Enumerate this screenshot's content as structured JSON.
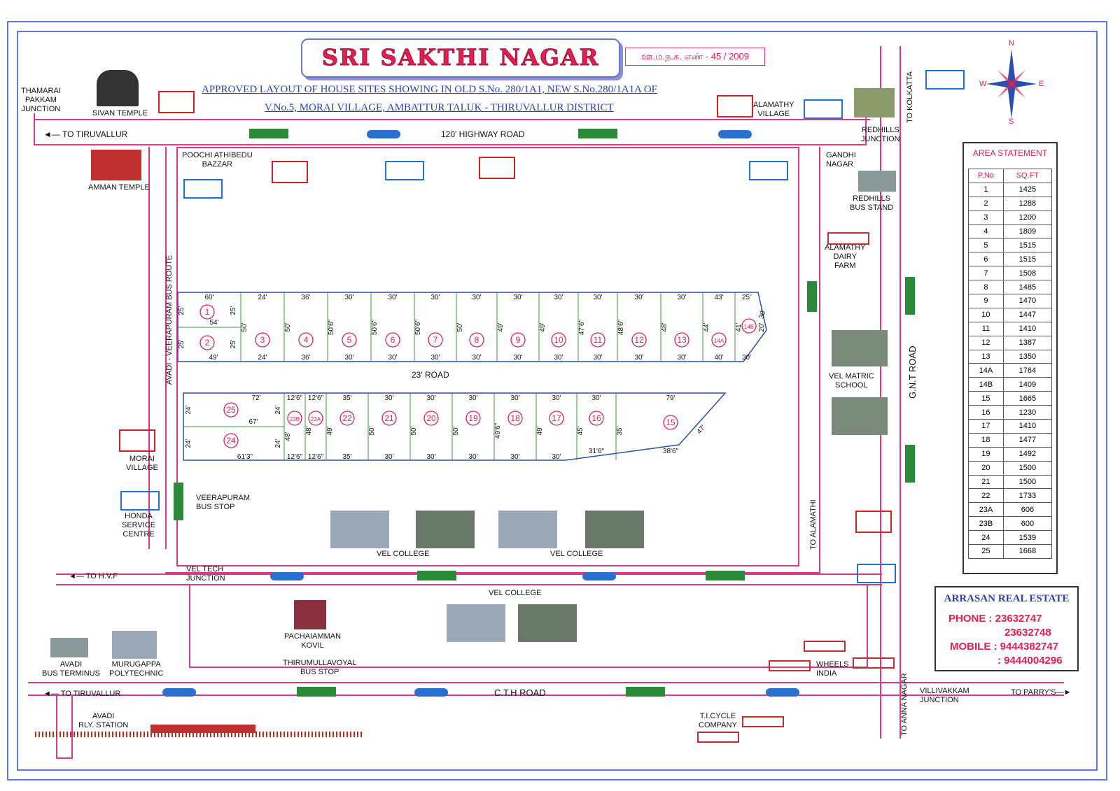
{
  "header": {
    "title": "SRI SAKTHI NAGAR",
    "registration": "ஊ.ம.ந.க. எண் - 45 / 2009",
    "subtitle_line1": "APPROVED LAYOUT OF HOUSE SITES SHOWING IN OLD S.No. 280/1A1, NEW S.No.280/1A1A OF",
    "subtitle_line2": "V.No.5, MORAI VILLAGE, AMBATTUR TALUK - THIRUVALLUR DISTRICT"
  },
  "roads": {
    "highway": "120' HIGHWAY ROAD",
    "inner": "23' ROAD",
    "cth": "C.T.H ROAD",
    "gnt": "G.N.T ROAD",
    "avadi": "AVADI - VEERAPURAM   BUS ROUTE",
    "to_tiruvallur_top": "◄— TO TIRUVALLUR",
    "to_tiruvallur_bottom": "◄— TO TIRUVALLUR",
    "to_hvf": "◄— TO H.V.F",
    "to_kolkatta": "TO KOLKATTA",
    "to_alamathi": "TO ALAMATHI",
    "to_anna_nagar": "TO ANNA NAGAR",
    "to_parrys": "TO PARRY'S—►"
  },
  "places": {
    "thamarai": "THAMARAI\nPAKKAM\nJUNCTION",
    "sivan": "SIVAN TEMPLE",
    "amman": "AMMAN TEMPLE",
    "poochi": "POOCHI ATHIBEDU\nBAZZAR",
    "alamathy_village": "ALAMATHY\nVILLAGE",
    "redhills_jn": "REDHILLS\nJUNCTION",
    "gandhi": "GANDHI\nNAGAR",
    "redhills_bus": "REDHILLS\nBUS STAND",
    "dairy": "ALAMATHY\nDAIRY\nFARM",
    "vel_matric": "VEL MATRIC\nSCHOOL",
    "morai": "MORAI\nVILLAGE",
    "honda": "HONDA\nSERVICE\nCENTRE",
    "veerapuram": "VEERAPURAM\nBUS STOP",
    "vel_college_1": "VEL COLLEGE",
    "vel_college_2": "VEL COLLEGE",
    "vel_college_3": "VEL COLLEGE",
    "vel_tech": "VEL TECH\nJUNCTION",
    "pachaiamman": "PACHAIAMMAN\nKOVIL",
    "thirumullavoyal": "THIRUMULLAVOYAL\nBUS STOP",
    "avadi_bus": "AVADI\nBUS TERMINUS",
    "murugappa": "MURUGAPPA\nPOLYTECHNIC",
    "wheels": "WHEELS\nINDIA",
    "villivakkam": "VILLIVAKKAM\nJUNCTION",
    "avadi_rly": "AVADI\nRLY. STATION",
    "ti_cycle": "T.I.CYCLE\nCOMPANY"
  },
  "compass": {
    "n": "N",
    "s": "S",
    "e": "E",
    "w": "W"
  },
  "plots_top": [
    {
      "id": "1"
    },
    {
      "id": "2"
    },
    {
      "id": "3"
    },
    {
      "id": "4"
    },
    {
      "id": "5"
    },
    {
      "id": "6"
    },
    {
      "id": "7"
    },
    {
      "id": "8"
    },
    {
      "id": "9"
    },
    {
      "id": "10"
    },
    {
      "id": "11"
    },
    {
      "id": "12"
    },
    {
      "id": "13"
    },
    {
      "id": "14A"
    },
    {
      "id": "14B"
    }
  ],
  "plots_bottom": [
    {
      "id": "25"
    },
    {
      "id": "24"
    },
    {
      "id": "23B"
    },
    {
      "id": "23A"
    },
    {
      "id": "22"
    },
    {
      "id": "21"
    },
    {
      "id": "20"
    },
    {
      "id": "19"
    },
    {
      "id": "18"
    },
    {
      "id": "17"
    },
    {
      "id": "16"
    },
    {
      "id": "15"
    }
  ],
  "dims_top_row": [
    "60'",
    "24'",
    "36'",
    "30'",
    "30'",
    "30'",
    "30'",
    "30'",
    "30'",
    "30'",
    "30'",
    "30'",
    "43'",
    "25'"
  ],
  "dims_top_bottom": [
    "49'",
    "24'",
    "36'",
    "30'",
    "30'",
    "30'",
    "30'",
    "30'",
    "30'",
    "30'",
    "30'",
    "30'",
    "40'",
    "30'"
  ],
  "dims_top_depth": [
    "50'",
    "50'",
    "50'6\"",
    "50'6\"",
    "50'6\"",
    "50'",
    "49'",
    "49'",
    "47'6\"",
    "48'6\"",
    "48'",
    "44'",
    "41'",
    "20'"
  ],
  "dims_top_misc": {
    "d25a": "25'",
    "d25b": "25'",
    "d25c": "25'",
    "d25d": "25'",
    "d54": "54'",
    "d30r": "30'"
  },
  "dims_bot_top": [
    "72'",
    "12'6\"",
    "12'6\"",
    "35'",
    "30'",
    "30'",
    "30'",
    "30'",
    "30'",
    "30'",
    "79'"
  ],
  "dims_bot_bottom": [
    "61'3\"",
    "12'6\"",
    "12'6\"",
    "35'",
    "30'",
    "30'",
    "30'",
    "30'",
    "30'",
    "31'6\"",
    "38'6\""
  ],
  "dims_bot_depth": [
    "48'",
    "49'",
    "50'",
    "50'",
    "50'",
    "49'6\"",
    "49'",
    "45'",
    "35'",
    "47'"
  ],
  "dims_bot_misc": {
    "d67": "67'",
    "d24a": "24'",
    "d24b": "24'",
    "d24c": "24'",
    "d24d": "24'",
    "d48": "48'"
  },
  "area_statement": {
    "heading": "AREA STATEMENT",
    "col_plot": "P.No",
    "col_area": "SQ.FT",
    "rows": [
      [
        "1",
        "1425"
      ],
      [
        "2",
        "1288"
      ],
      [
        "3",
        "1200"
      ],
      [
        "4",
        "1809"
      ],
      [
        "5",
        "1515"
      ],
      [
        "6",
        "1515"
      ],
      [
        "7",
        "1508"
      ],
      [
        "8",
        "1485"
      ],
      [
        "9",
        "1470"
      ],
      [
        "10",
        "1447"
      ],
      [
        "11",
        "1410"
      ],
      [
        "12",
        "1387"
      ],
      [
        "13",
        "1350"
      ],
      [
        "14A",
        "1764"
      ],
      [
        "14B",
        "1409"
      ],
      [
        "15",
        "1665"
      ],
      [
        "16",
        "1230"
      ],
      [
        "17",
        "1410"
      ],
      [
        "18",
        "1477"
      ],
      [
        "19",
        "1492"
      ],
      [
        "20",
        "1500"
      ],
      [
        "21",
        "1500"
      ],
      [
        "22",
        "1733"
      ],
      [
        "23A",
        "606"
      ],
      [
        "23B",
        "600"
      ],
      [
        "24",
        "1539"
      ],
      [
        "25",
        "1668"
      ]
    ]
  },
  "contact": {
    "name": "ARRASAN REAL ESTATE",
    "phone_label": "PHONE : 23632747",
    "phone2": "23632748",
    "mobile_label": "MOBILE : 9444382747",
    "mobile2": ": 9444004296"
  },
  "colors": {
    "road": "#d8398a",
    "plot_line": "#3a9a3a",
    "boundary": "#2a4fb0",
    "accent": "#e02050",
    "text_blue": "#2a3fb0"
  }
}
